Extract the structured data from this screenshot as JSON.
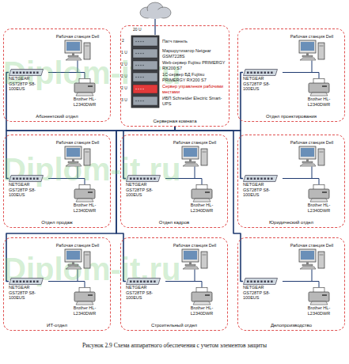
{
  "diagram": {
    "caption": "Рисунок 2.9 Схема аппаратного обеспечения с учетом элементов защиты",
    "nodes": [
      {
        "text": [
          "Абонентский отдел"
        ]
      },
      {
        "text": [
          "Рабочая станция Dell"
        ],
        "in": 0
      },
      {
        "text": [
          "NETGEAR GS728TP S8-100EUS"
        ],
        "in": 0
      },
      {
        "text": [
          "Brother HL-L2340DWR"
        ],
        "in": 0
      },
      {
        "text": [
          "Серверная комната"
        ]
      },
      {
        "text": [
          "Патч панель"
        ],
        "in": 4
      },
      {
        "text": [
          "Маршрутизатор Netgear GSM7228S"
        ],
        "in": 4
      },
      {
        "text": [
          "Web-сервер Fujitsu PRIMERGY RX200 S7"
        ],
        "in": 4
      },
      {
        "text": [
          "1С-сервер БД Fujitsu PRIMERGY RX200 S7"
        ],
        "in": 4
      },
      {
        "text": [
          "Сервер управления рабочими местами"
        ],
        "in": 4
      },
      {
        "text": [
          "ИБП Schneider Electric Smart-UPS"
        ],
        "in": 4
      },
      {
        "text": [
          "Отдел проектирования"
        ]
      },
      {
        "text": [
          "Рабочая станция Dell"
        ],
        "in": 11
      },
      {
        "text": [
          "NETGEAR GS728TP S8-100EUS"
        ],
        "in": 11
      },
      {
        "text": [
          "Brother HL-L2340DWR"
        ],
        "in": 11
      },
      {
        "text": [
          "Отдел продаж"
        ]
      },
      {
        "text": [
          "Рабочая станция Dell"
        ],
        "in": 15
      },
      {
        "text": [
          "NETGEAR GS728TP S8-100EUS"
        ],
        "in": 15
      },
      {
        "text": [
          "Brother HL-L2340DWR"
        ],
        "in": 15
      },
      {
        "text": [
          "Отдел кадров"
        ]
      },
      {
        "text": [
          "Рабочая станция Dell"
        ],
        "in": 19
      },
      {
        "text": [
          "NETGEAR GS728TP S8-100EUS"
        ],
        "in": 19
      },
      {
        "text": [
          "Brother HL-L2340DWR"
        ],
        "in": 19
      },
      {
        "text": [
          "Юридический отдел"
        ]
      },
      {
        "text": [
          "Рабочая станция Dell"
        ],
        "in": 23
      },
      {
        "text": [
          "NETGEAR GS728TP S8-100EUS"
        ],
        "in": 23
      },
      {
        "text": [
          "Brother HL-L2340DWR"
        ],
        "in": 23
      },
      {
        "text": [
          "ИТ-отдел"
        ]
      },
      {
        "text": [
          "Рабочая станция Dell"
        ],
        "in": 27
      },
      {
        "text": [
          "NETGEAR GS728TP S8-100EUS"
        ],
        "in": 27
      },
      {
        "text": [
          "Brother HL-L2340DWR"
        ],
        "in": 27
      },
      {
        "text": [
          "Строительный отдел"
        ]
      },
      {
        "text": [
          "Рабочая станция Dell"
        ],
        "in": 31
      },
      {
        "text": [
          "NETGEAR GS728TP S8-100EUS"
        ],
        "in": 31
      },
      {
        "text": [
          "Brother HL-L2340DWR"
        ],
        "in": 31
      },
      {
        "text": [
          "Делопроизводство"
        ]
      },
      {
        "text": [
          "Рабочая станция Dell"
        ],
        "in": 35
      },
      {
        "text": [
          "NETGEAR GS728TP S8-100EUS"
        ],
        "in": 35
      },
      {
        "text": [
          "Brother HL-L2340DWR"
        ],
        "in": 35
      }
    ],
    "edges": [
      {
        "from": 2,
        "to": 1,
        "arrow": "none"
      },
      {
        "from": 2,
        "to": 3,
        "arrow": "none"
      },
      {
        "from": 2,
        "to": 4,
        "arrow": "none"
      },
      {
        "from": 13,
        "to": 12,
        "arrow": "none"
      },
      {
        "from": 13,
        "to": 14,
        "arrow": "none"
      },
      {
        "from": 13,
        "to": 4,
        "arrow": "none"
      },
      {
        "from": 17,
        "to": 16,
        "arrow": "none"
      },
      {
        "from": 17,
        "to": 18,
        "arrow": "none"
      },
      {
        "from": 17,
        "to": 4,
        "arrow": "none"
      },
      {
        "from": 21,
        "to": 20,
        "arrow": "none"
      },
      {
        "from": 21,
        "to": 22,
        "arrow": "none"
      },
      {
        "from": 21,
        "to": 4,
        "arrow": "none"
      },
      {
        "from": 25,
        "to": 24,
        "arrow": "none"
      },
      {
        "from": 25,
        "to": 26,
        "arrow": "none"
      },
      {
        "from": 25,
        "to": 4,
        "arrow": "none"
      },
      {
        "from": 29,
        "to": 28,
        "arrow": "none"
      },
      {
        "from": 29,
        "to": 30,
        "arrow": "none"
      },
      {
        "from": 29,
        "to": 4,
        "arrow": "none"
      },
      {
        "from": 33,
        "to": 32,
        "arrow": "none"
      },
      {
        "from": 33,
        "to": 34,
        "arrow": "none"
      },
      {
        "from": 33,
        "to": 4,
        "arrow": "none"
      },
      {
        "from": 37,
        "to": 36,
        "arrow": "none"
      },
      {
        "from": 37,
        "to": 38,
        "arrow": "none"
      },
      {
        "from": 37,
        "to": 4,
        "arrow": "none"
      }
    ],
    "labels": [
      "20 U",
      "2",
      "1 U",
      "2 U",
      "2 U",
      "2 U",
      "3 U",
      "Diplom-it.ru",
      "Diplom-it.ru",
      "Diplom-it.ru"
    ]
  }
}
